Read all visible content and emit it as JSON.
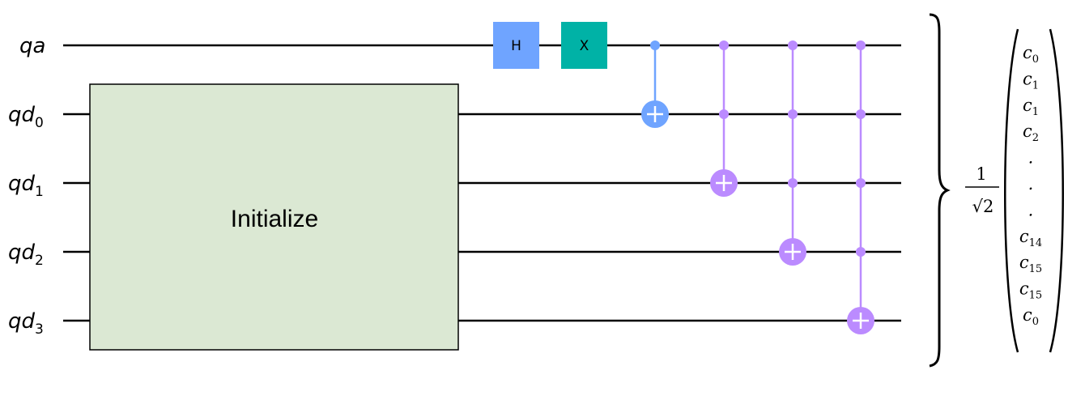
{
  "qubits": [
    {
      "base": "qa",
      "sub": ""
    },
    {
      "base": "qd",
      "sub": "0"
    },
    {
      "base": "qd",
      "sub": "1"
    },
    {
      "base": "qd",
      "sub": "2"
    },
    {
      "base": "qd",
      "sub": "3"
    }
  ],
  "initialize_label": "Initialize",
  "gates": [
    {
      "label": "H",
      "color": "#6fa4ff"
    },
    {
      "label": "X",
      "color": "#00b2a6"
    }
  ],
  "colors": {
    "wire": "#000000",
    "initialize_fill": "#dbe8d3",
    "cnot": "#6fa4ff",
    "mcx": "#bb8bff"
  },
  "state": {
    "numerator": "1",
    "denominator": "√2",
    "entries": [
      {
        "var": "c",
        "sub": "0"
      },
      {
        "var": "c",
        "sub": "1"
      },
      {
        "var": "c",
        "sub": "1"
      },
      {
        "var": "c",
        "sub": "2"
      },
      {
        "var": ".",
        "sub": ""
      },
      {
        "var": ".",
        "sub": ""
      },
      {
        "var": ".",
        "sub": ""
      },
      {
        "var": "c",
        "sub": "14"
      },
      {
        "var": "c",
        "sub": "15"
      },
      {
        "var": "c",
        "sub": "15"
      },
      {
        "var": "c",
        "sub": "0"
      }
    ]
  }
}
